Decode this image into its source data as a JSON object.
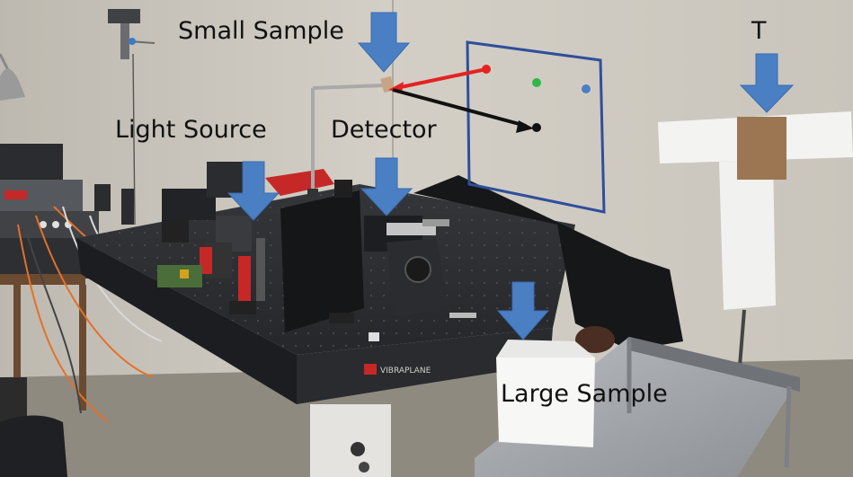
{
  "colors": {
    "arrow": "#4a7fc4",
    "label_text": "#111111",
    "screen_border": "#2e4f9a",
    "incident_beam": "#e52222",
    "reflected_beam": "#111111",
    "dot_red": "#e52222",
    "dot_green": "#2fb84a",
    "dot_blue": "#4a7fc4",
    "dot_black": "#111111"
  },
  "labels": {
    "small_sample": "Small Sample",
    "light_source": "Light Source",
    "detector": "Detector",
    "t": "T",
    "large_sample": "Large Sample",
    "table_brand": "VIBRAPLANE"
  },
  "icons": [
    "down-arrow-icon"
  ]
}
